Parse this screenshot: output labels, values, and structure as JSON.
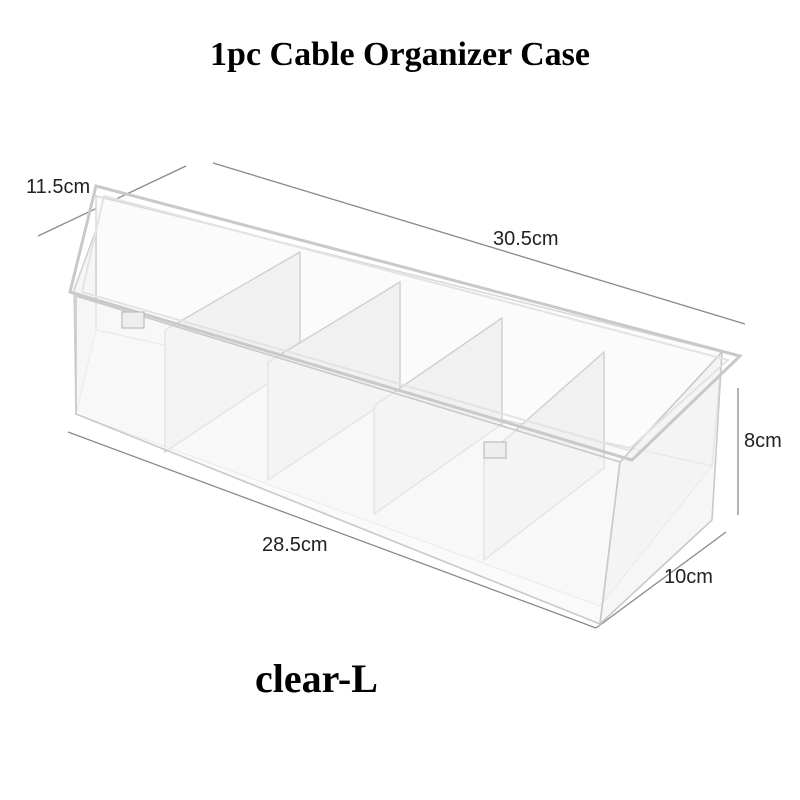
{
  "product": {
    "title": "1pc Cable Organizer Case",
    "variant": "clear-L"
  },
  "dimensions": {
    "depth": "11.5cm",
    "length_outer": "30.5cm",
    "height": "8cm",
    "length_inner": "28.5cm",
    "width": "10cm"
  },
  "colors": {
    "background": "#ffffff",
    "plastic_edge": "#c9c9c9",
    "dimension_line": "#8a8a8a",
    "divider_fill": "#f1f1f1"
  }
}
